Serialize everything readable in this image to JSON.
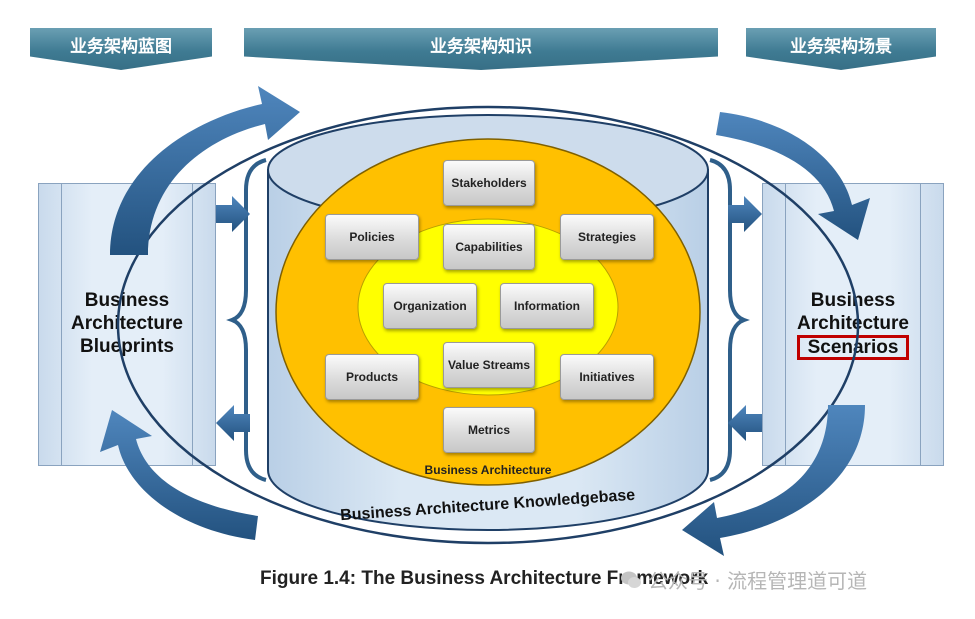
{
  "banners": {
    "left": "业务架构蓝图",
    "center": "业务架构知识",
    "right": "业务架构场景"
  },
  "left_panel": {
    "line1": "Business",
    "line2": "Architecture",
    "line3": "Blueprints"
  },
  "right_panel": {
    "line1": "Business",
    "line2": "Architecture",
    "line3": "Scenarios"
  },
  "nodes": {
    "stakeholders": "Stakeholders",
    "policies": "Policies",
    "capabilities": "Capabilities",
    "strategies": "Strategies",
    "organization": "Organization",
    "information": "Information",
    "products": "Products",
    "value_streams": "Value Streams",
    "initiatives": "Initiatives",
    "metrics": "Metrics"
  },
  "inner_label": "Business Architecture",
  "knowledgebase_label": "Business Architecture Knowledgebase",
  "caption": "Figure 1.4: The Business Architecture Framework",
  "watermark": {
    "text": "公众号 · 流程管理道可道",
    "icon": "wechat-icon"
  },
  "colors": {
    "banner": "#3f7b93",
    "arrow": "#2f6394",
    "panel": "#e4eef8",
    "outer_ellipse": "#ffc000",
    "inner_ellipse": "#ffff00",
    "highlight": "#c00000"
  }
}
